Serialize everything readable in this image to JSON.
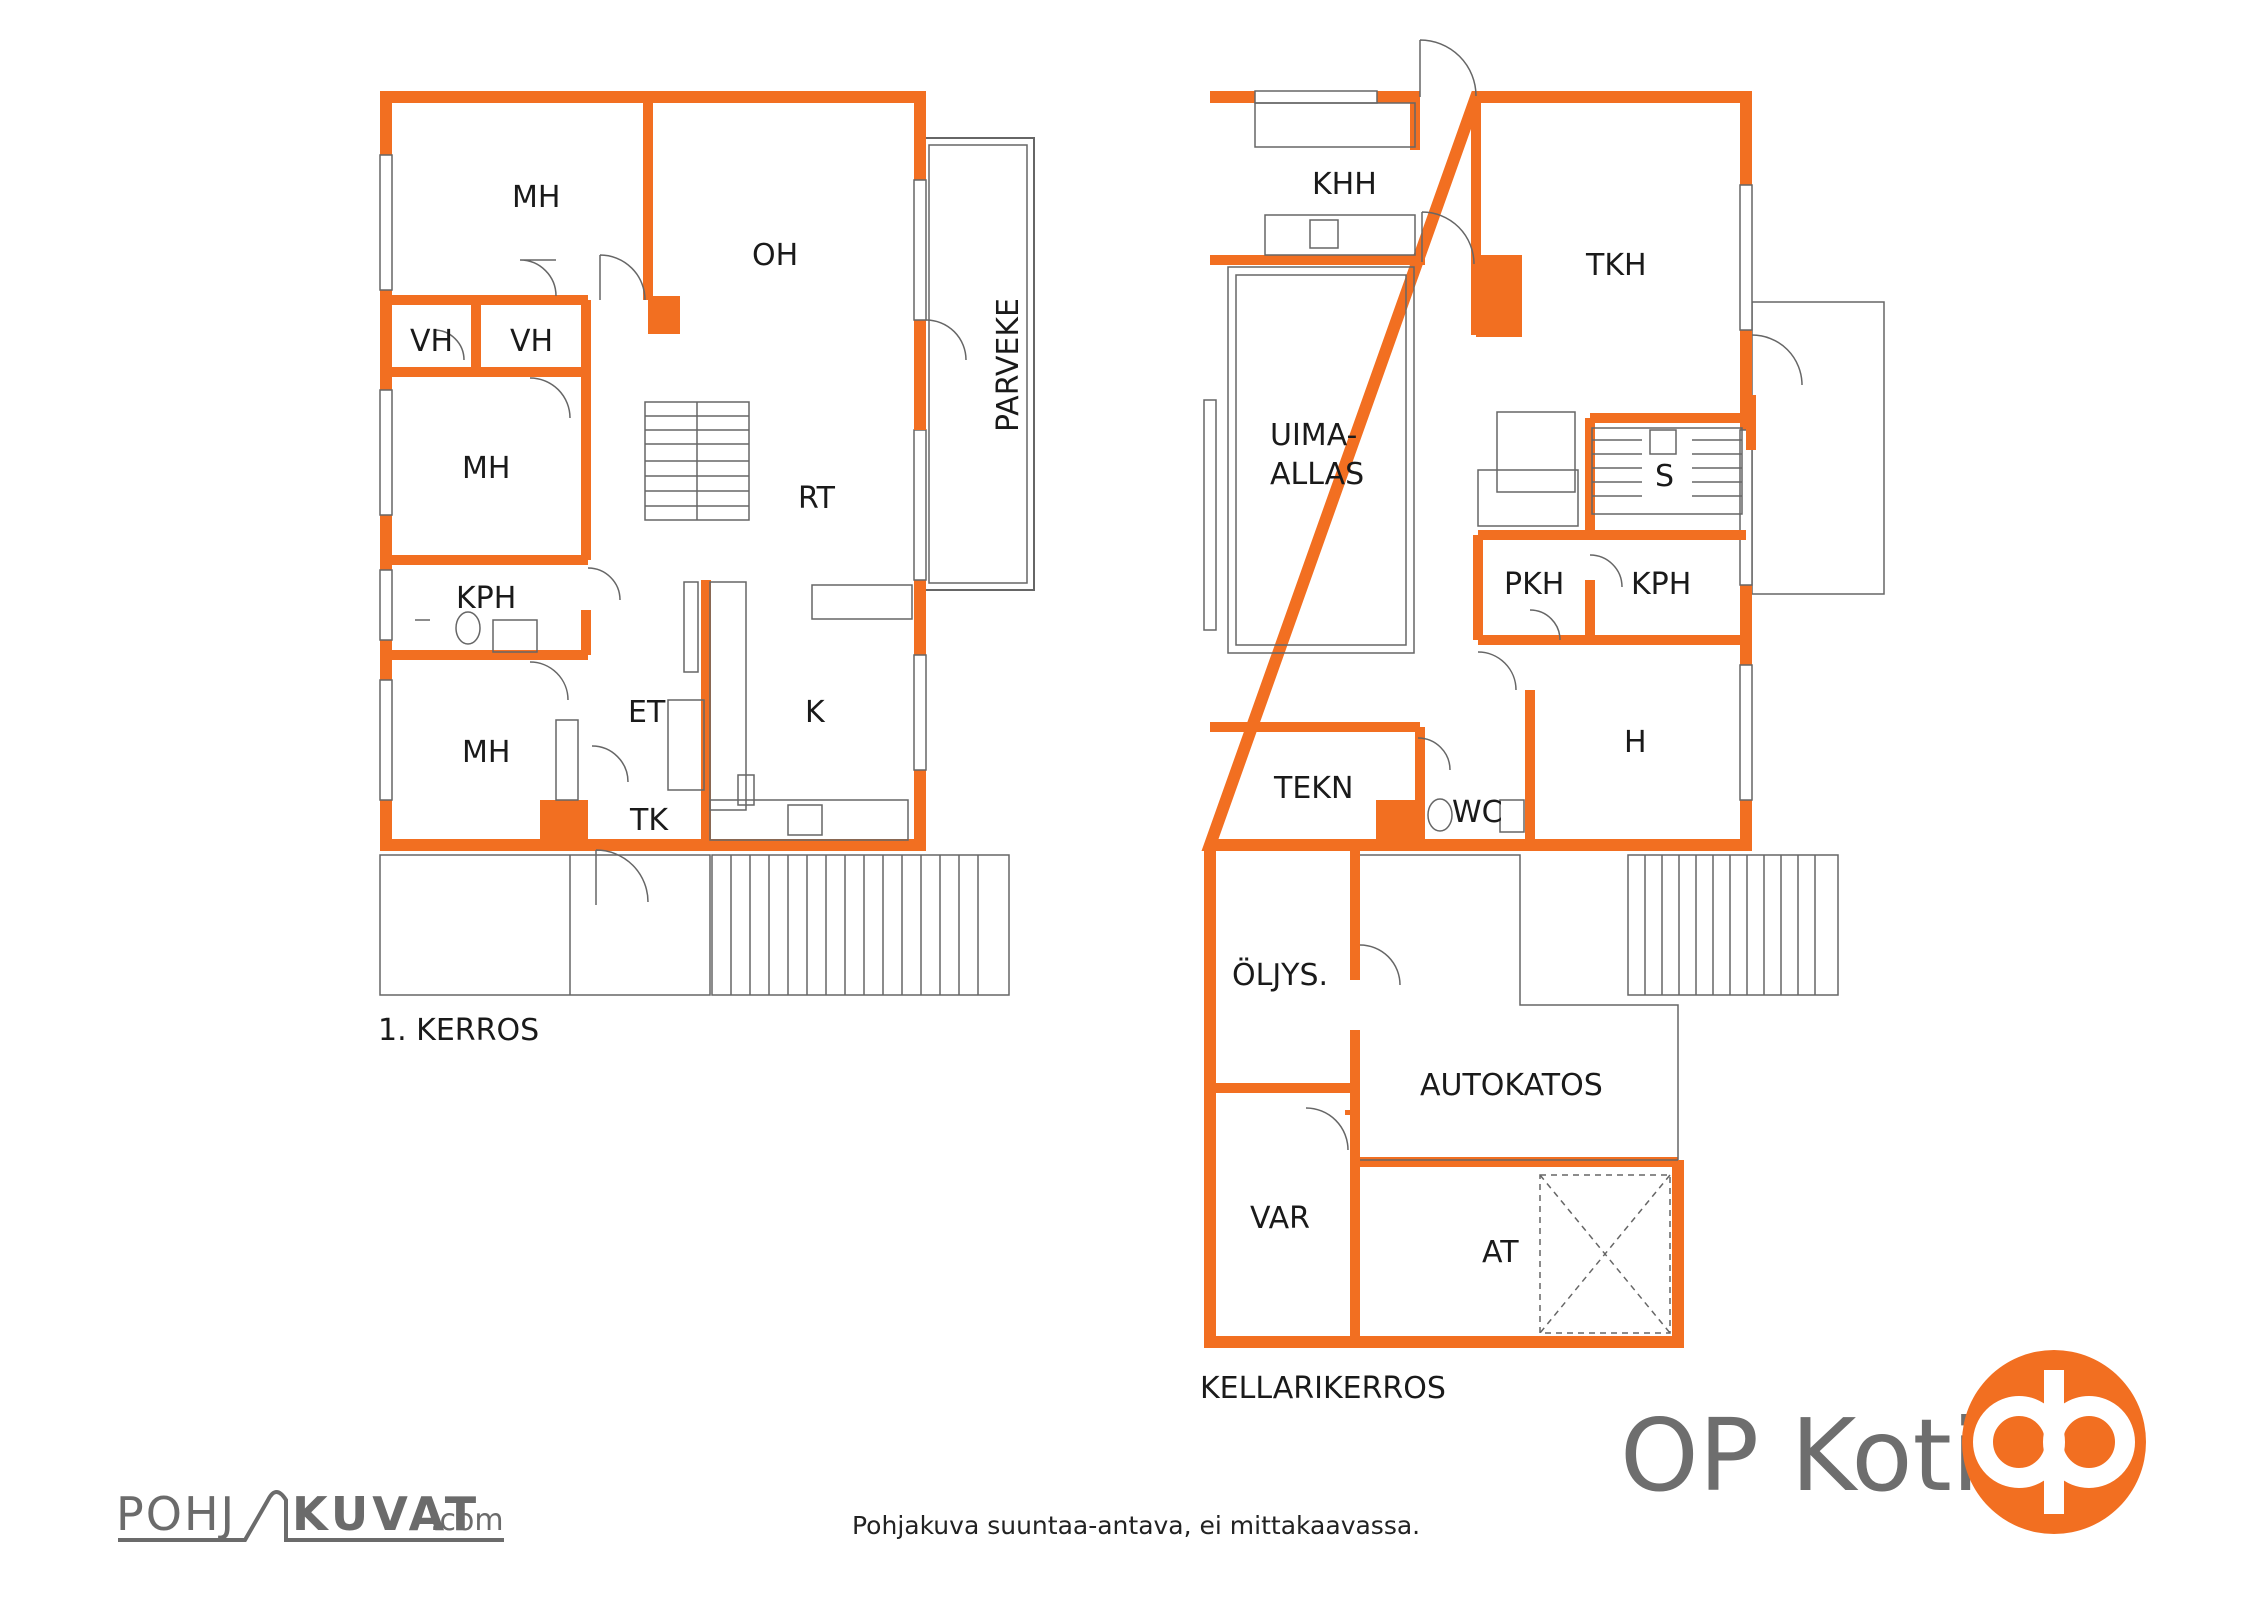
{
  "colors": {
    "wall": "#f26f21",
    "line": "#555555",
    "brand": "#f26f21",
    "text": "#1a1a1a"
  },
  "floors": {
    "first": {
      "label": "1. KERROS",
      "rooms": {
        "mh_top": "MH",
        "oh": "OH",
        "vh1": "VH",
        "vh2": "VH",
        "mh_mid": "MH",
        "rt": "RT",
        "parveke": "PARVEKE",
        "kph": "KPH",
        "et": "ET",
        "k": "K",
        "mh_bottom": "MH",
        "tk": "TK"
      }
    },
    "basement": {
      "label": "KELLARIKERROS",
      "rooms": {
        "khh": "KHH",
        "tkh": "TKH",
        "uima1": "UIMA-",
        "uima2": "ALLAS",
        "s": "S",
        "pkh": "PKH",
        "kph": "KPH",
        "h": "H",
        "tekn": "TEKN",
        "wc": "WC",
        "oljys": "ÖLJYS.",
        "autokatos": "AUTOKATOS",
        "var": "VAR",
        "at": "AT"
      }
    }
  },
  "footer": {
    "disclaimer": "Pohjakuva suuntaa-antava, ei mittakaavassa.",
    "brand_left_part1": "POHJ",
    "brand_left_part2": "KUVAT",
    "brand_left_suffix": ".com",
    "brand_right": "OP Koti"
  },
  "icons": {
    "logo_right": "op-symbol-icon",
    "logo_left": "pohjakuvat-logo-icon"
  }
}
